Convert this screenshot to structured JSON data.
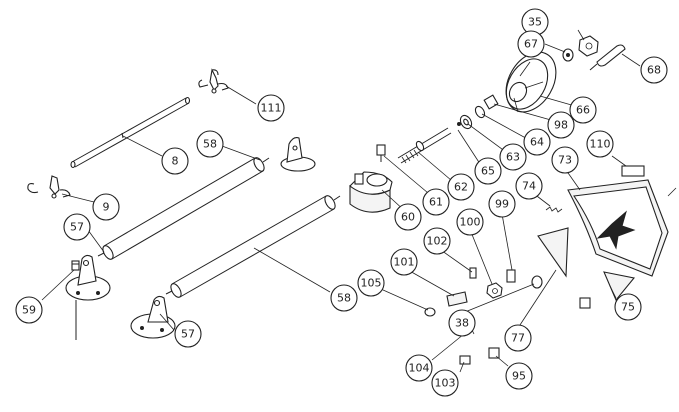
{
  "callouts": [
    {
      "id": "c35",
      "label": "35"
    },
    {
      "id": "c67",
      "label": "67"
    },
    {
      "id": "c68",
      "label": "68"
    },
    {
      "id": "c66",
      "label": "66"
    },
    {
      "id": "c98",
      "label": "98"
    },
    {
      "id": "c64",
      "label": "64"
    },
    {
      "id": "c63",
      "label": "63"
    },
    {
      "id": "c65",
      "label": "65"
    },
    {
      "id": "c62",
      "label": "62"
    },
    {
      "id": "c61",
      "label": "61"
    },
    {
      "id": "c60",
      "label": "60"
    },
    {
      "id": "c110",
      "label": "110"
    },
    {
      "id": "c73",
      "label": "73"
    },
    {
      "id": "c74",
      "label": "74"
    },
    {
      "id": "c99",
      "label": "99"
    },
    {
      "id": "c100",
      "label": "100"
    },
    {
      "id": "c102",
      "label": "102"
    },
    {
      "id": "c101",
      "label": "101"
    },
    {
      "id": "c105",
      "label": "105"
    },
    {
      "id": "c38",
      "label": "38"
    },
    {
      "id": "c77",
      "label": "77"
    },
    {
      "id": "c75",
      "label": "75"
    },
    {
      "id": "c104",
      "label": "104"
    },
    {
      "id": "c103",
      "label": "103"
    },
    {
      "id": "c95",
      "label": "95"
    },
    {
      "id": "c111",
      "label": "111"
    },
    {
      "id": "c8",
      "label": "8"
    },
    {
      "id": "c9",
      "label": "9"
    },
    {
      "id": "c58a",
      "label": "58"
    },
    {
      "id": "c57a",
      "label": "57"
    },
    {
      "id": "c59",
      "label": "59"
    },
    {
      "id": "c58b",
      "label": "58"
    },
    {
      "id": "c57b",
      "label": "57"
    }
  ]
}
